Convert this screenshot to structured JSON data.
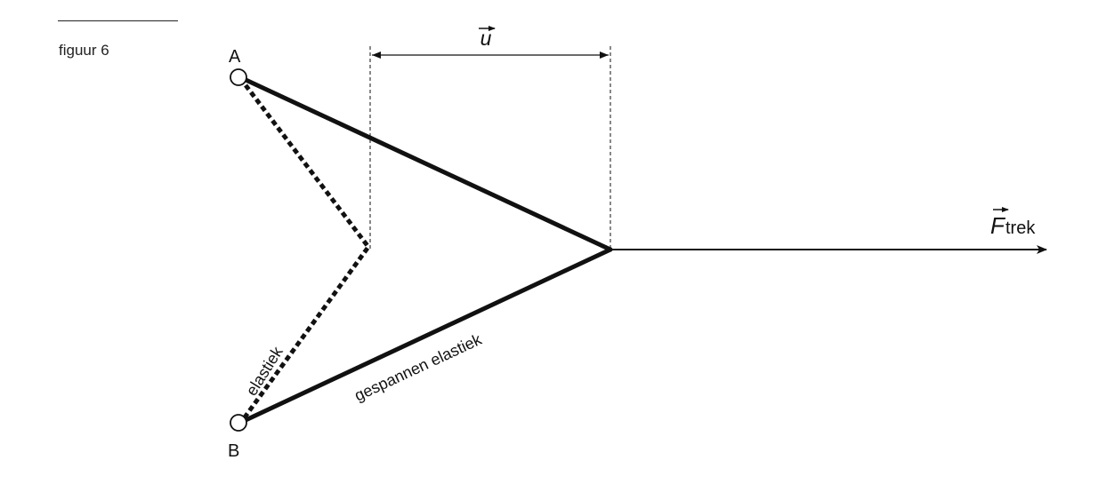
{
  "caption": {
    "label": "figuur 6"
  },
  "points": {
    "a": "A",
    "b": "B"
  },
  "labels": {
    "elastiek": "elastiek",
    "gespannen_elastiek": "gespannen elastiek",
    "displacement_symbol": "u",
    "force_symbol": "F",
    "force_subscript": "trek"
  },
  "colors": {
    "ink": "#111111",
    "background": "#ffffff"
  }
}
